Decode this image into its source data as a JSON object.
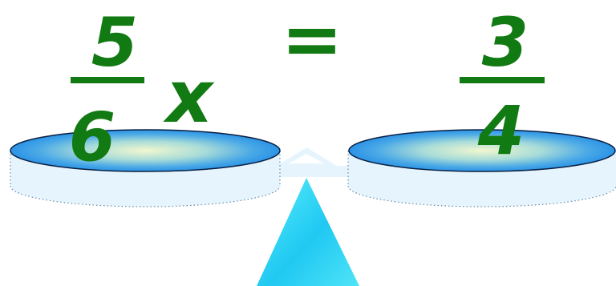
{
  "equation": {
    "left_fraction": {
      "numerator": "5",
      "denominator": "6"
    },
    "variable": "x",
    "equals": "=",
    "right_fraction": {
      "numerator": "3",
      "denominator": "4"
    }
  },
  "colors": {
    "text": "#127a12",
    "pan_top_center": "#f2f7cf",
    "pan_top_mid": "#74c7dd",
    "pan_top_edge": "#2c93e6",
    "pan_side": "#e6f5fd",
    "pan_outline": "#0a1f40",
    "pan_dotted": "#6a8aa8",
    "fulcrum_light": "#5cf0fb",
    "fulcrum_dark": "#18b6ec",
    "beam": "#e6f5fd"
  }
}
